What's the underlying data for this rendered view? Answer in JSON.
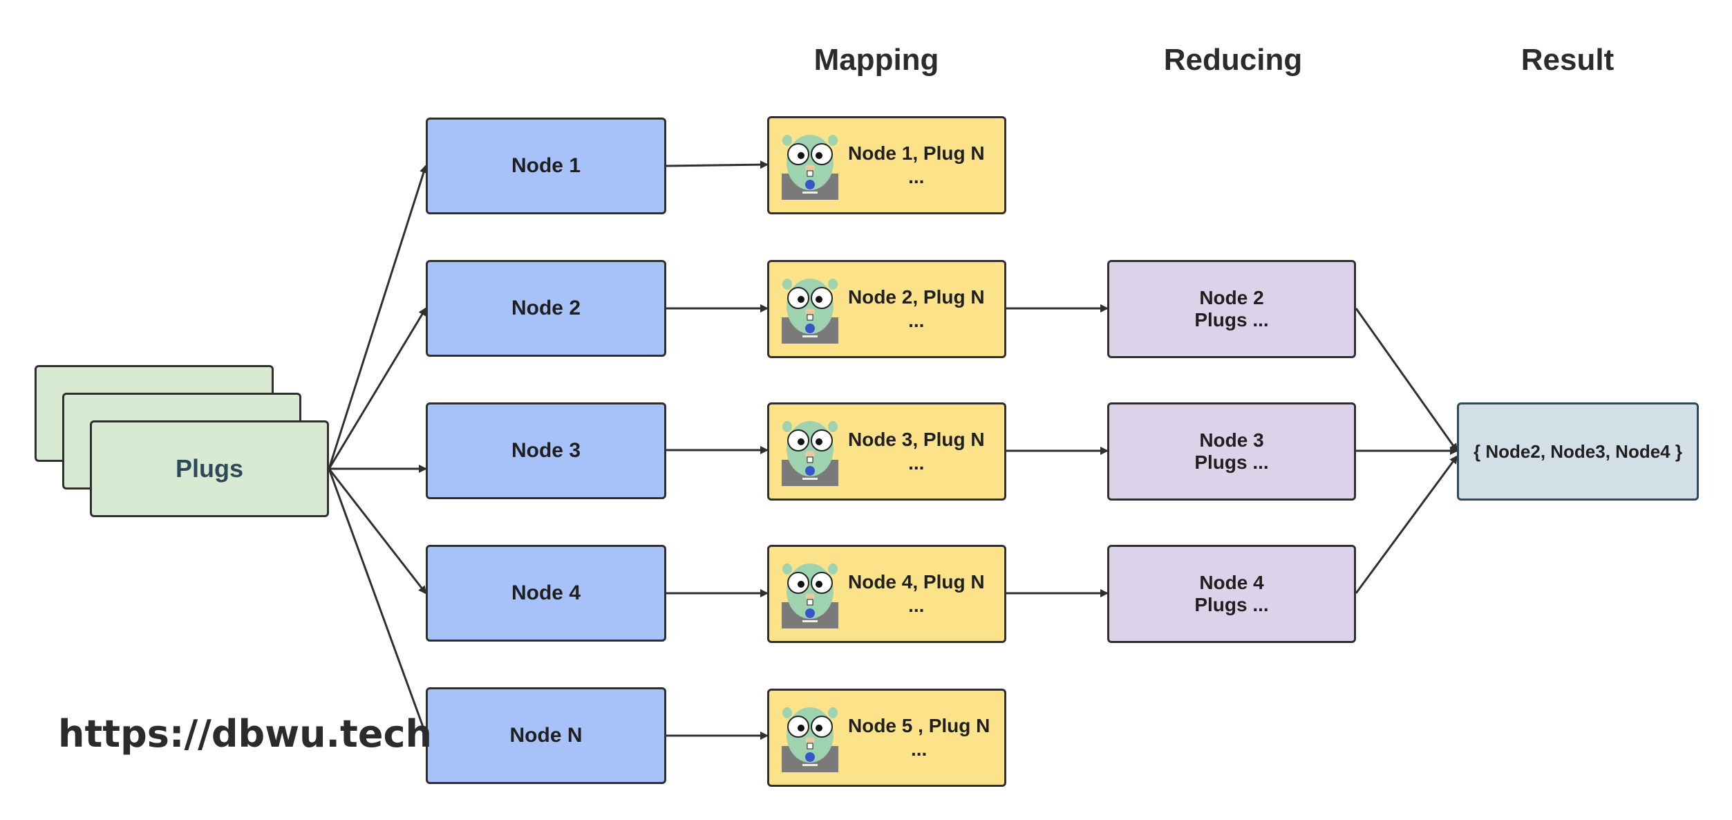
{
  "headings": {
    "mapping": "Mapping",
    "reducing": "Reducing",
    "result": "Result"
  },
  "source": {
    "label": "Plugs"
  },
  "nodes": [
    "Node 1",
    "Node 2",
    "Node 3",
    "Node 4",
    "Node N"
  ],
  "mapping": [
    {
      "line1": "Node 1, Plug N",
      "line2": "..."
    },
    {
      "line1": "Node 2, Plug N",
      "line2": "..."
    },
    {
      "line1": "Node 3, Plug N",
      "line2": "..."
    },
    {
      "line1": "Node 4, Plug N",
      "line2": "..."
    },
    {
      "line1": "Node 5 , Plug N",
      "line2": "..."
    }
  ],
  "reducing": [
    {
      "line1": "Node 2",
      "line2": "Plugs ..."
    },
    {
      "line1": "Node 3",
      "line2": "Plugs ..."
    },
    {
      "line1": "Node 4",
      "line2": "Plugs ..."
    }
  ],
  "result": {
    "label": "{ Node2, Node3, Node4 }"
  },
  "watermark": "https://dbwu.tech",
  "colors": {
    "plugs_fill": "#d9ead3",
    "node_fill": "#a7c1f9",
    "mapping_fill": "#fce38a",
    "reducing_fill": "#dcd3ea",
    "result_fill": "#d2dfe6",
    "outline": "#2f2f2f"
  },
  "icons": {
    "mapping_icon": "gopher-mascot-icon"
  }
}
